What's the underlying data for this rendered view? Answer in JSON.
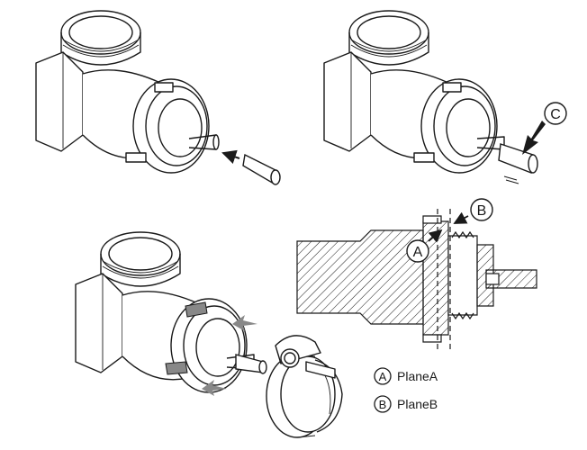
{
  "callouts": {
    "a": "A",
    "b": "B",
    "c": "C"
  },
  "legend": {
    "items": [
      {
        "letter": "A",
        "label": "PlaneA"
      },
      {
        "letter": "B",
        "label": "PlaneB"
      }
    ]
  },
  "colors": {
    "line": "#1a1a1a",
    "marker": "#888888",
    "background": "#ffffff"
  }
}
